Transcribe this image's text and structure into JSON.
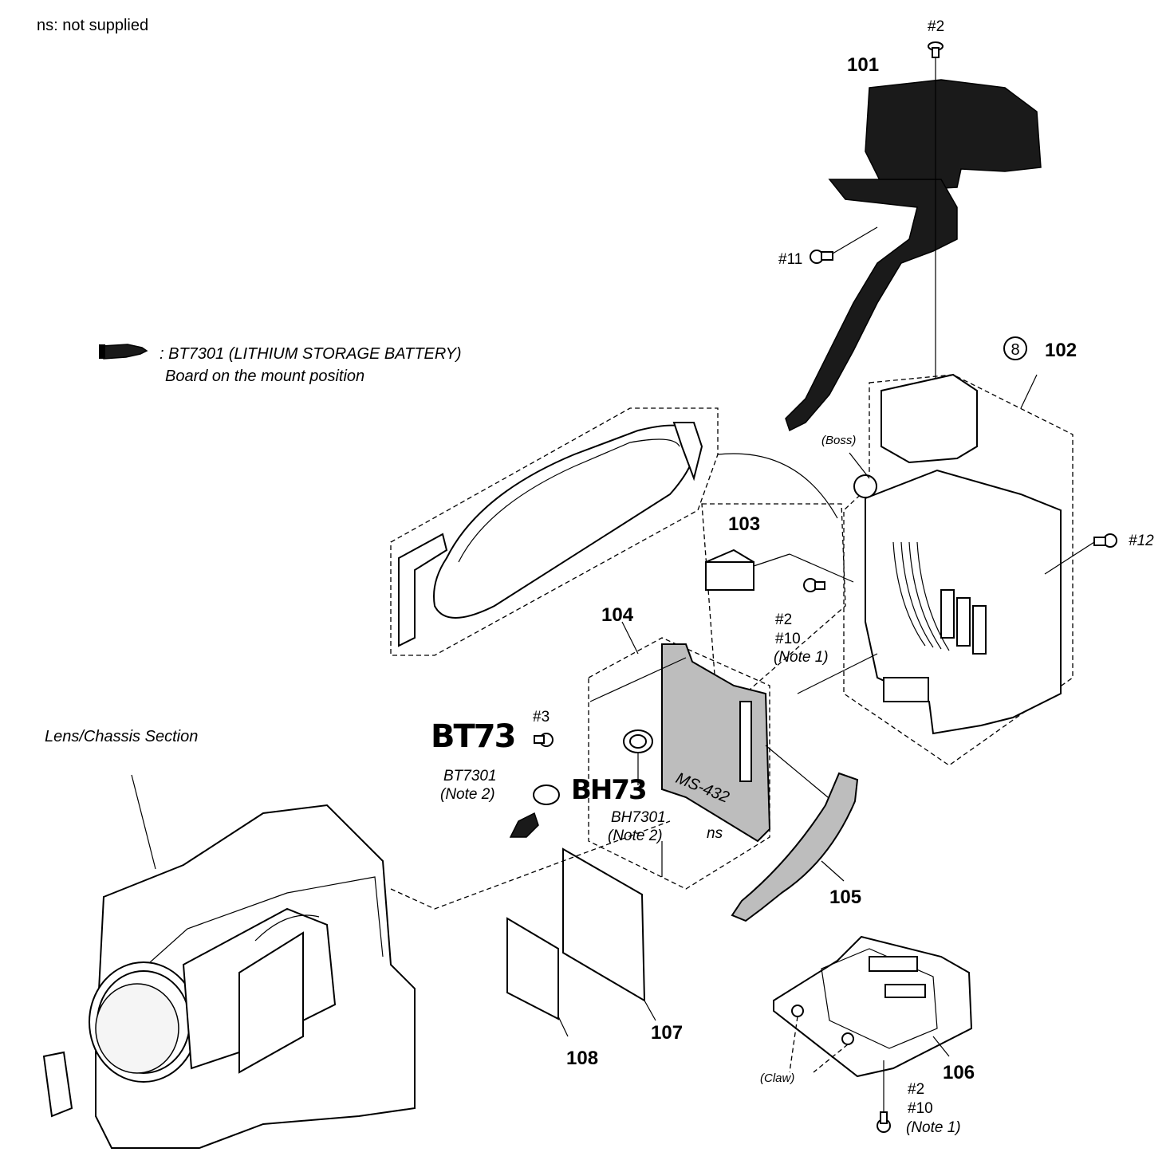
{
  "note": "ns: not supplied",
  "legend": {
    "line1": ": BT7301 (LITHIUM STORAGE BATTERY)",
    "line2": "Board on the mount position"
  },
  "section_label": "Lens/Chassis Section",
  "labels": {
    "p101": "101",
    "p102": "102",
    "p102_circle": "8",
    "p103": "103",
    "p104": "104",
    "p105": "105",
    "p106": "106",
    "p107": "107",
    "p108": "108",
    "screw_top": "#2",
    "screw_11": "#11",
    "screw_12": "#12",
    "boss": "(Boss)",
    "mid_screw_a": "#2",
    "mid_screw_b": "#10",
    "mid_screw_c": "(Note 1)",
    "screw_3": "#3",
    "bt_a": "BT7301",
    "bt_b": "(Note 2)",
    "bh_a": "BH7301",
    "bh_b": "(Note 2)",
    "ms": "MS-432",
    "ns": "ns",
    "claw": "(Claw)",
    "bot_screw_a": "#2",
    "bot_screw_b": "#10",
    "bot_screw_c": "(Note 1)",
    "hand_bt": "BT73",
    "hand_bh": "BH73"
  }
}
